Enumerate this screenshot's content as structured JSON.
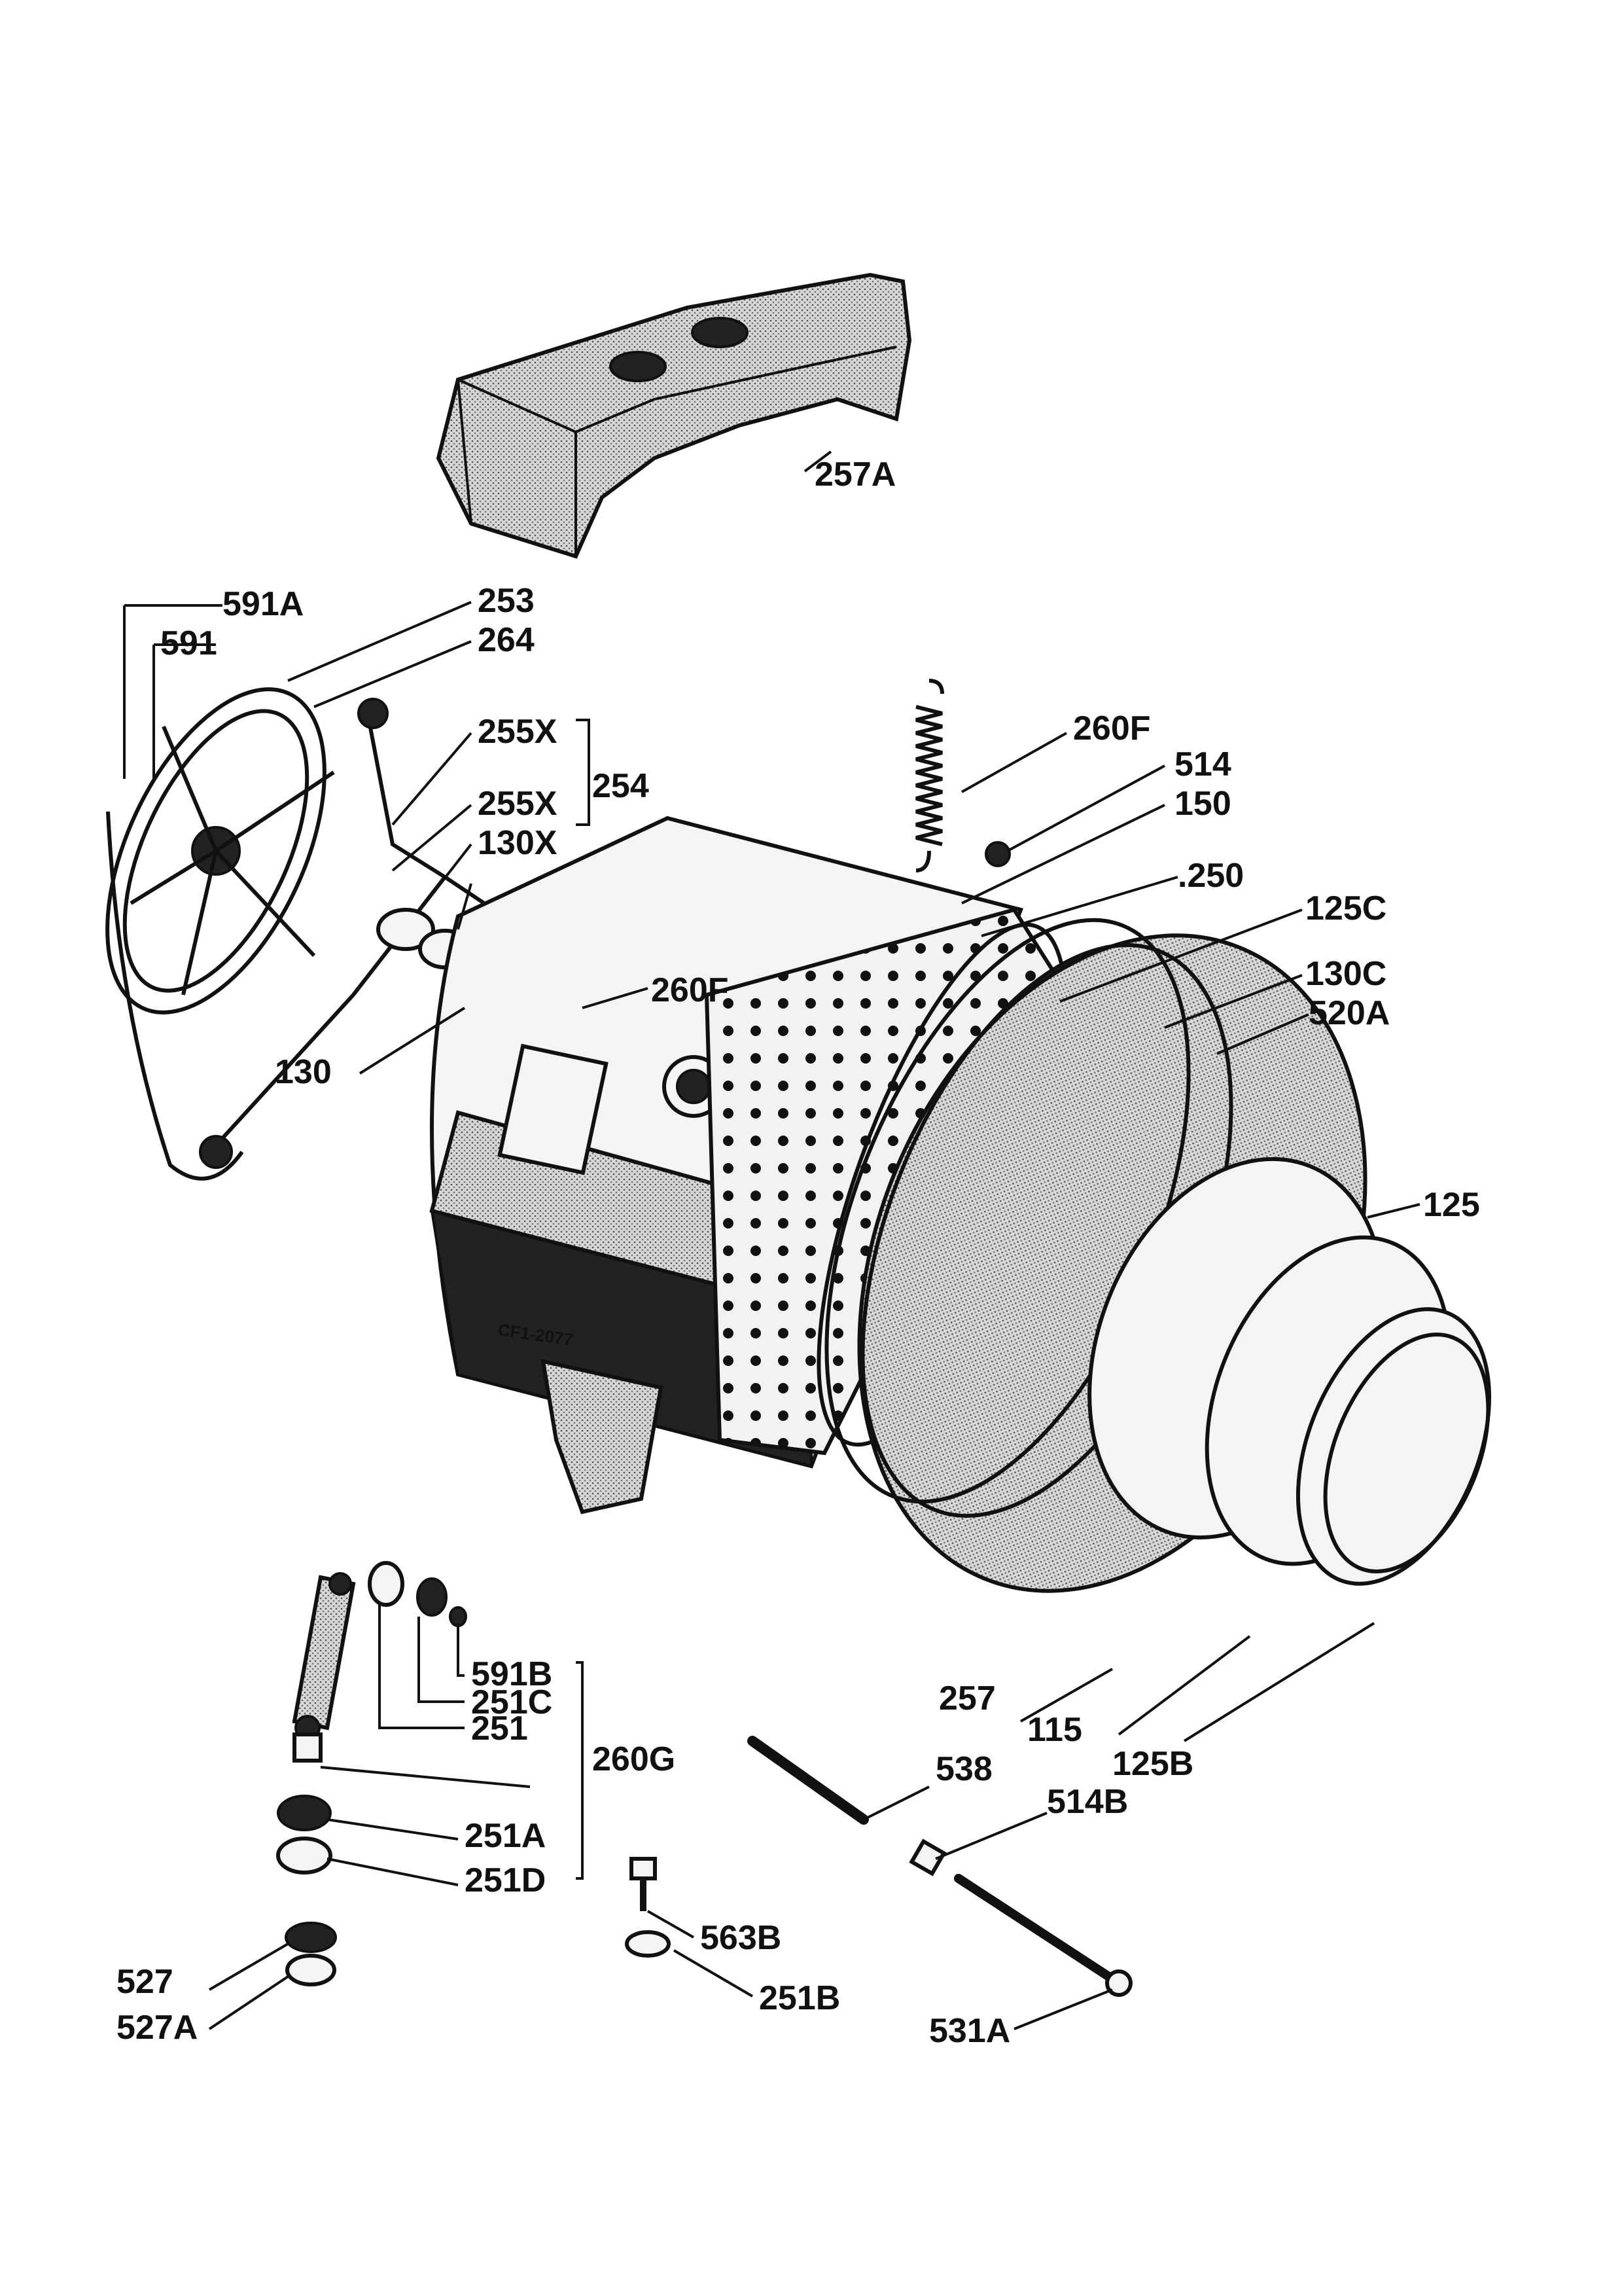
{
  "labels": {
    "l257a": "257A",
    "l591a": "591A",
    "l253": "253",
    "l591": "591",
    "l264": "264",
    "l255x_1": "255X",
    "l254": "254",
    "l255x_2": "255X",
    "l130x": "130X",
    "l130": "130",
    "l260f_1": "260F",
    "l260f_2": "260F",
    "l514": "514",
    "l150": "150",
    "l250": ".250",
    "l125c": "125C",
    "l130c": "130C",
    "l520a": "520A",
    "l125": "125",
    "l257": "257",
    "l115": "115",
    "l125b": "125B",
    "l591b": "591B",
    "l251c": "251C",
    "l251": "251",
    "l260g": "260G",
    "l251a": "251A",
    "l251d": "251D",
    "l538": "538",
    "l514b": "514B",
    "l563b": "563B",
    "l251b": "251B",
    "l527": "527",
    "l527a": "527A",
    "l531a": "531A"
  },
  "stamp": "CF1-2077"
}
